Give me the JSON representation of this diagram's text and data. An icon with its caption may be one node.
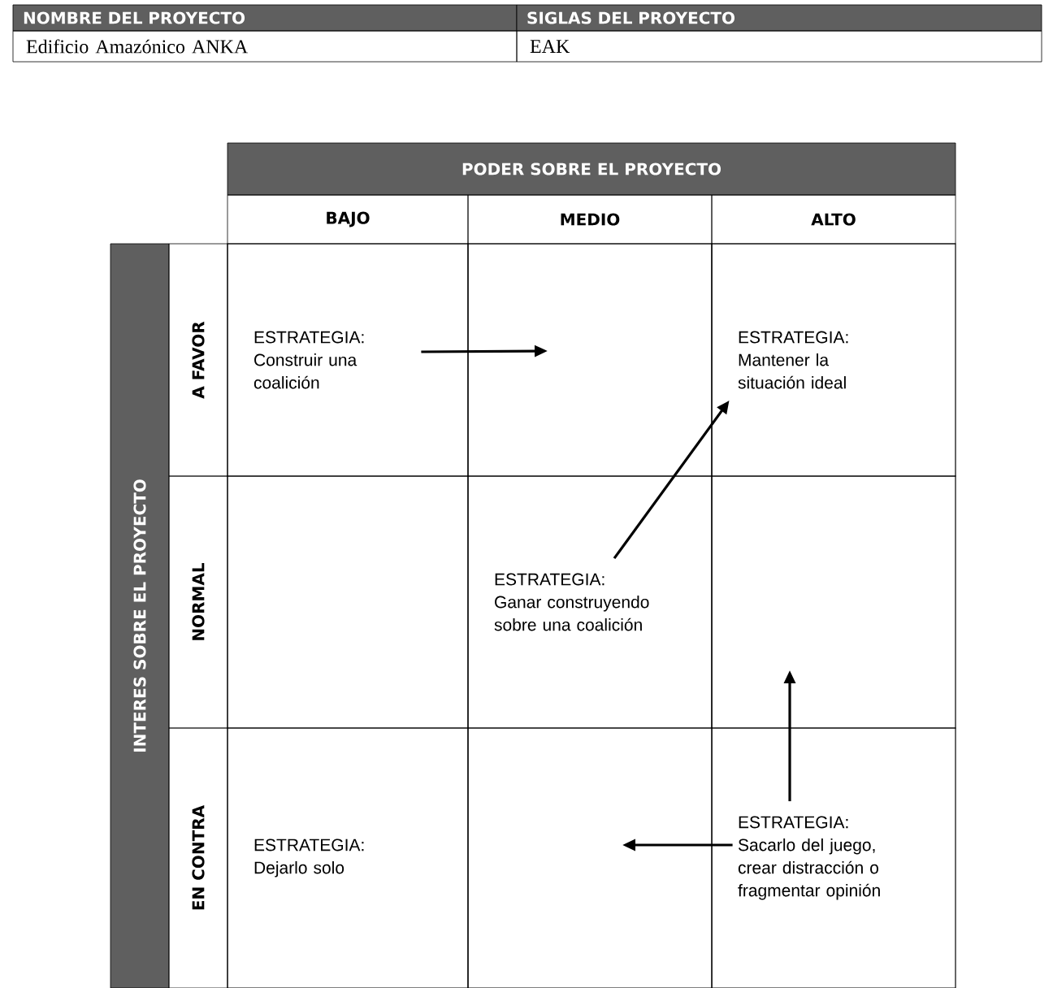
{
  "diagram": {
    "nodes": [
      {
        "text": [
          "ESTRATEGIA: Construir una coalición"
        ]
      },
      {
        "text": [
          "ESTRATEGIA: Mantener la situación ideal"
        ]
      },
      {
        "text": [
          "ESTRATEGIA: Ganar construyendo sobre una coalición"
        ]
      },
      {
        "text": [],
        "shape": "box"
      },
      {
        "text": [
          "ESTRATEGIA: Dejarlo solo"
        ]
      },
      {
        "text": [],
        "shape": "box"
      },
      {
        "text": [
          "ESTRATEGIA: Sacarlo del juego, crear distracción o fragmentar opinión"
        ]
      }
    ],
    "edges": [
      {
        "from": 0,
        "to": null,
        "arrow": "to"
      },
      {
        "from": 2,
        "to": 1,
        "arrow": "to"
      },
      {
        "from": 6,
        "to": 3,
        "arrow": "to"
      },
      {
        "from": 6,
        "to": 5,
        "arrow": "to"
      }
    ],
    "labels": [
      "NOMBRE DEL PROYECTO",
      "SIGLAS DEL PROYECTO",
      "Edificio Amazónico ANKA",
      "EAK",
      "PODER SOBRE EL PROYECTO",
      "BAJO",
      "MEDIO",
      "ALTO",
      "INTERES SOBRE EL PROYECTO",
      "A FAVOR",
      "NORMAL",
      "EN CONTRA"
    ]
  }
}
